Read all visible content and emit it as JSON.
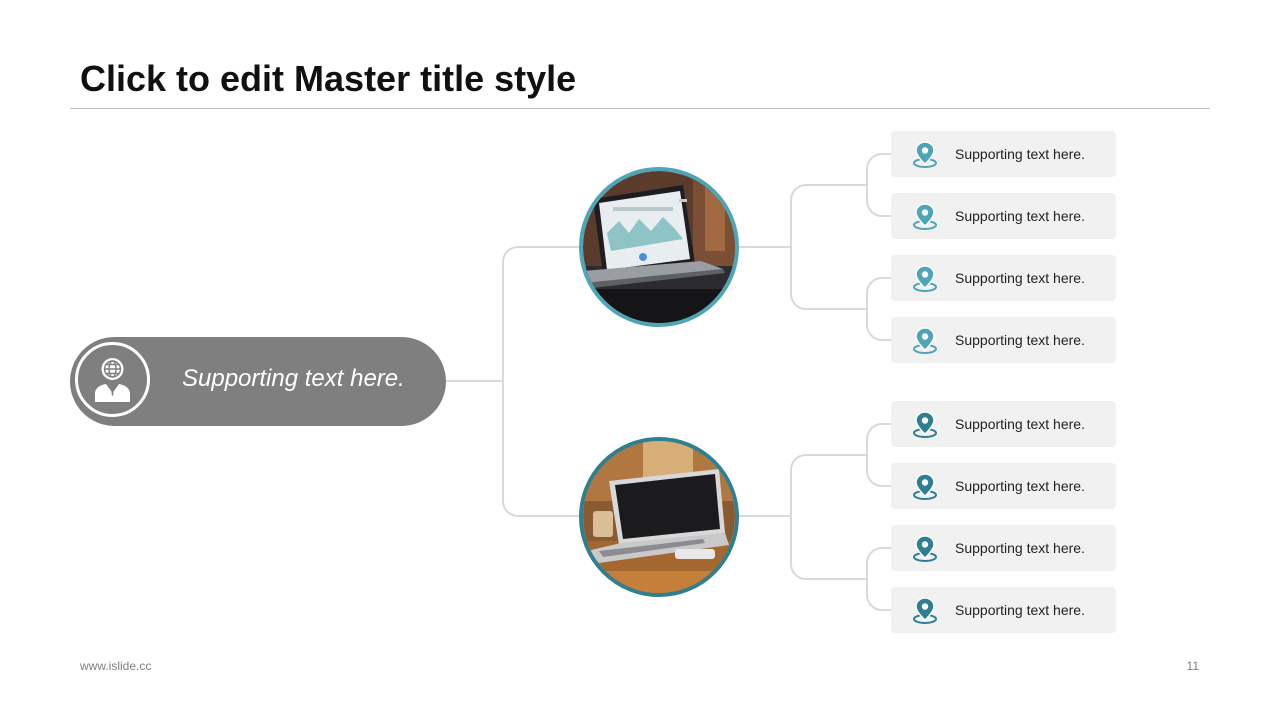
{
  "slide": {
    "title": "Click to edit Master title style",
    "footer_url": "www.islide.cc",
    "page_number": "11"
  },
  "root": {
    "text": "Supporting text here.",
    "icon": "person-globe-icon"
  },
  "branches": [
    {
      "image": "laptop-dashboard-photo",
      "accent": "#4da5b5",
      "items": [
        {
          "icon": "location-pin-icon",
          "text": "Supporting text here."
        },
        {
          "icon": "location-pin-icon",
          "text": "Supporting text here."
        },
        {
          "icon": "location-pin-icon",
          "text": "Supporting text here."
        },
        {
          "icon": "location-pin-icon",
          "text": "Supporting text here."
        }
      ]
    },
    {
      "image": "laptop-desk-photo",
      "accent": "#2e7f8f",
      "items": [
        {
          "icon": "location-pin-icon",
          "text": "Supporting text here."
        },
        {
          "icon": "location-pin-icon",
          "text": "Supporting text here."
        },
        {
          "icon": "location-pin-icon",
          "text": "Supporting text here."
        },
        {
          "icon": "location-pin-icon",
          "text": "Supporting text here."
        }
      ]
    }
  ],
  "colors": {
    "pill": "#7f7f7f",
    "connector": "#d9d9d9",
    "leaf_bg": "#f1f1f1",
    "accent_light": "#4da5b5",
    "accent_dark": "#2e7f8f"
  }
}
